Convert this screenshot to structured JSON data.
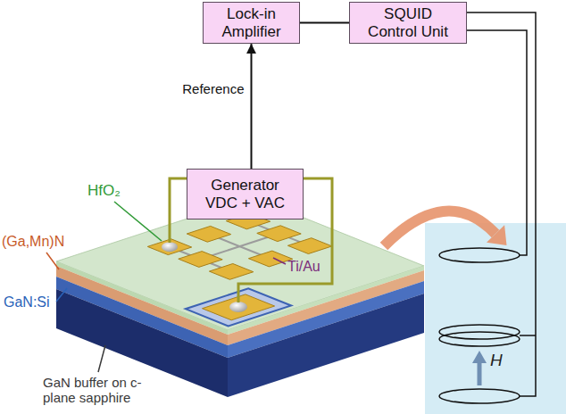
{
  "diagram": {
    "nodes": [
      {
        "text": [
          "Lock-in Amplifier"
        ]
      },
      {
        "text": [
          "SQUID Control Unit"
        ]
      },
      {
        "text": [
          "Generator",
          "VDC + VAC"
        ]
      }
    ],
    "edges": [
      {
        "from": 0,
        "to": 1,
        "arrow": "none"
      },
      {
        "from": 2,
        "to": 0,
        "arrow": "to",
        "label": "Reference"
      }
    ],
    "labels": [
      "HfO₂",
      "(Ga,Mn)N",
      "Ti/Au",
      "GaN:Si",
      "GaN buffer on c-plane sapphire",
      "H"
    ]
  }
}
